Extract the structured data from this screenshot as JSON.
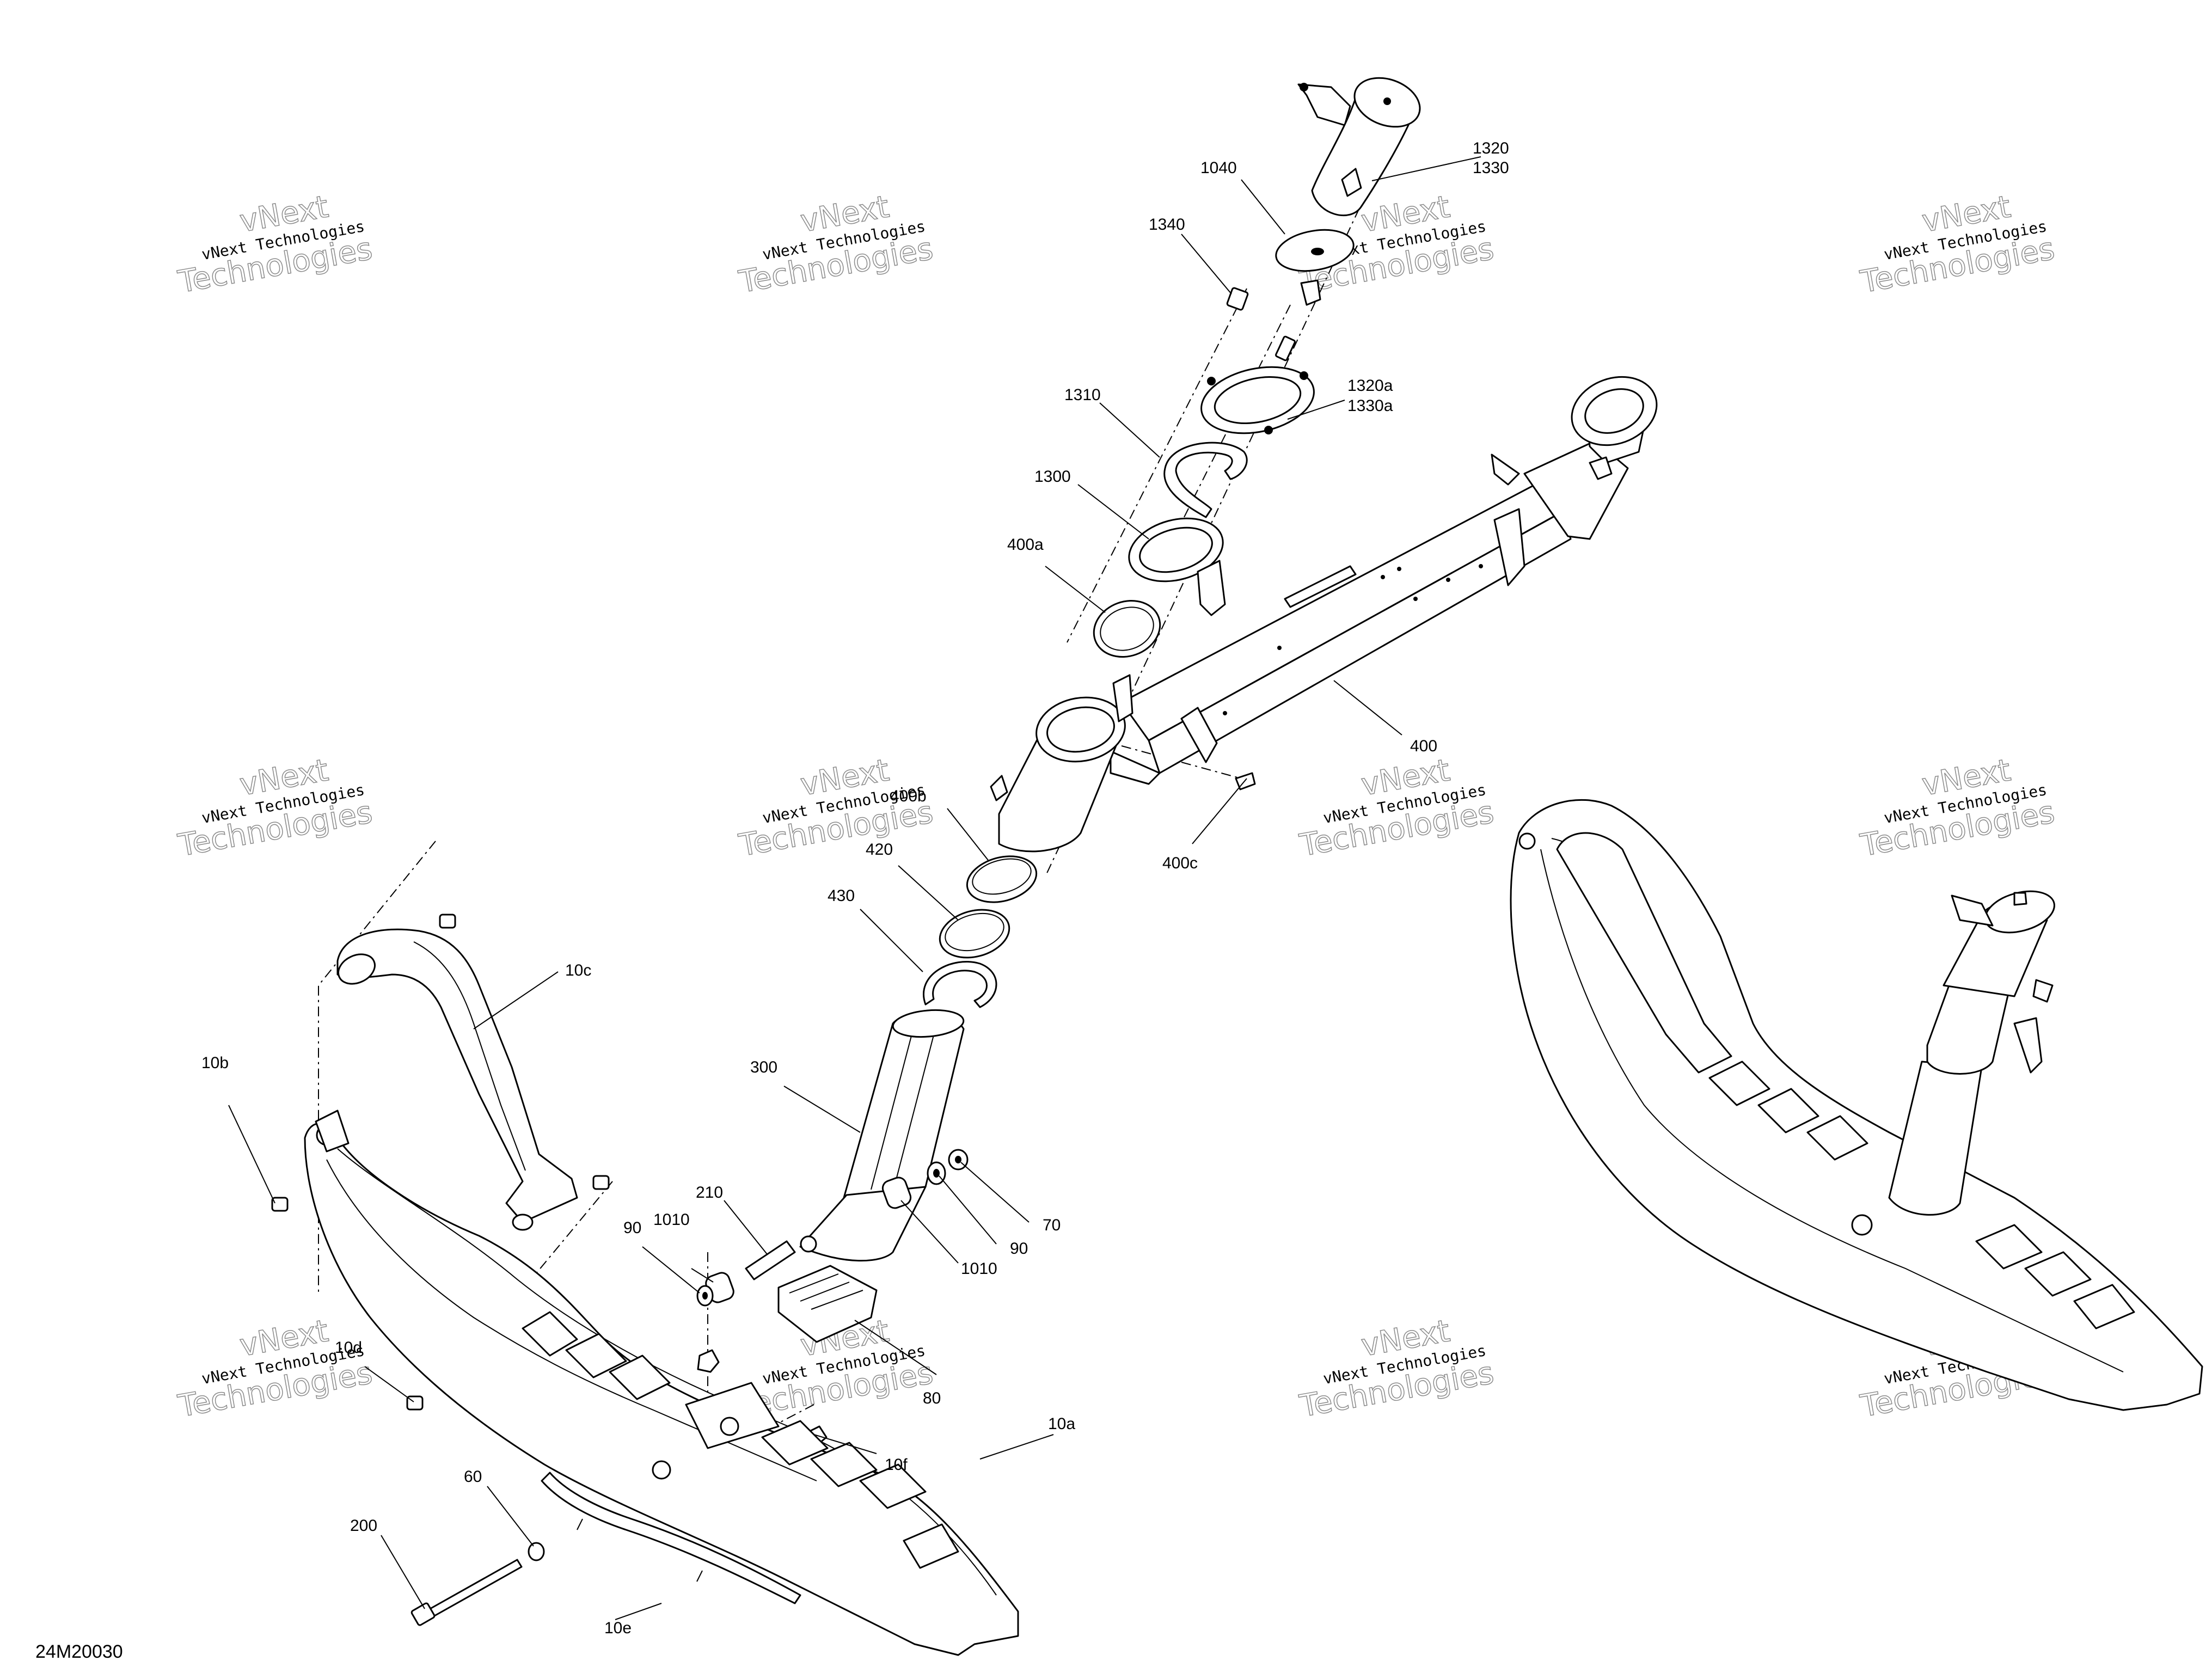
{
  "diagram_id": "24M20030",
  "watermark": {
    "line1": "vNext Technologies",
    "line2a": "vNext",
    "line2b": "Technologies"
  },
  "callouts": [
    {
      "id": "1320",
      "text": "1320"
    },
    {
      "id": "1330",
      "text": "1330"
    },
    {
      "id": "1040",
      "text": "1040"
    },
    {
      "id": "1340",
      "text": "1340"
    },
    {
      "id": "1320a",
      "text": "1320a"
    },
    {
      "id": "1330a",
      "text": "1330a"
    },
    {
      "id": "1310",
      "text": "1310"
    },
    {
      "id": "1300",
      "text": "1300"
    },
    {
      "id": "400a",
      "text": "400a"
    },
    {
      "id": "400",
      "text": "400"
    },
    {
      "id": "400b",
      "text": "400b"
    },
    {
      "id": "420",
      "text": "420"
    },
    {
      "id": "400c",
      "text": "400c"
    },
    {
      "id": "430",
      "text": "430"
    },
    {
      "id": "10c",
      "text": "10c"
    },
    {
      "id": "10b",
      "text": "10b"
    },
    {
      "id": "300",
      "text": "300"
    },
    {
      "id": "70",
      "text": "70"
    },
    {
      "id": "210",
      "text": "210"
    },
    {
      "id": "90a",
      "text": "90"
    },
    {
      "id": "1010a",
      "text": "1010"
    },
    {
      "id": "90b",
      "text": "90"
    },
    {
      "id": "1010b",
      "text": "1010"
    },
    {
      "id": "10d",
      "text": "10d"
    },
    {
      "id": "80",
      "text": "80"
    },
    {
      "id": "10f",
      "text": "10f"
    },
    {
      "id": "60",
      "text": "60"
    },
    {
      "id": "200",
      "text": "200"
    },
    {
      "id": "10a",
      "text": "10a"
    },
    {
      "id": "10e",
      "text": "10e"
    }
  ]
}
